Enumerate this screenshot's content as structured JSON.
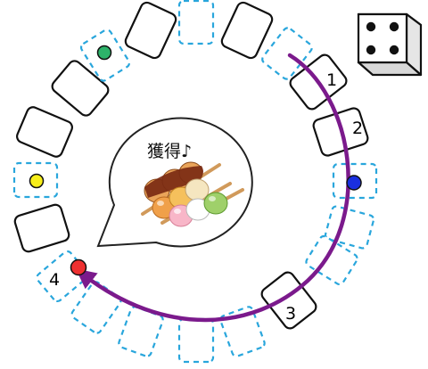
{
  "bubble": {
    "text": "獲得♪"
  },
  "step_labels": [
    "1",
    "2",
    "3",
    "4"
  ],
  "dice": {
    "value": 4
  },
  "colors": {
    "solid_stroke": "#111111",
    "dashed_stroke": "#29a6dc",
    "arrow": "#7b1a8c",
    "token_green": "#2db36a",
    "token_yellow": "#f7ee1a",
    "token_blue": "#1a2fe0",
    "token_red": "#ee3030"
  }
}
